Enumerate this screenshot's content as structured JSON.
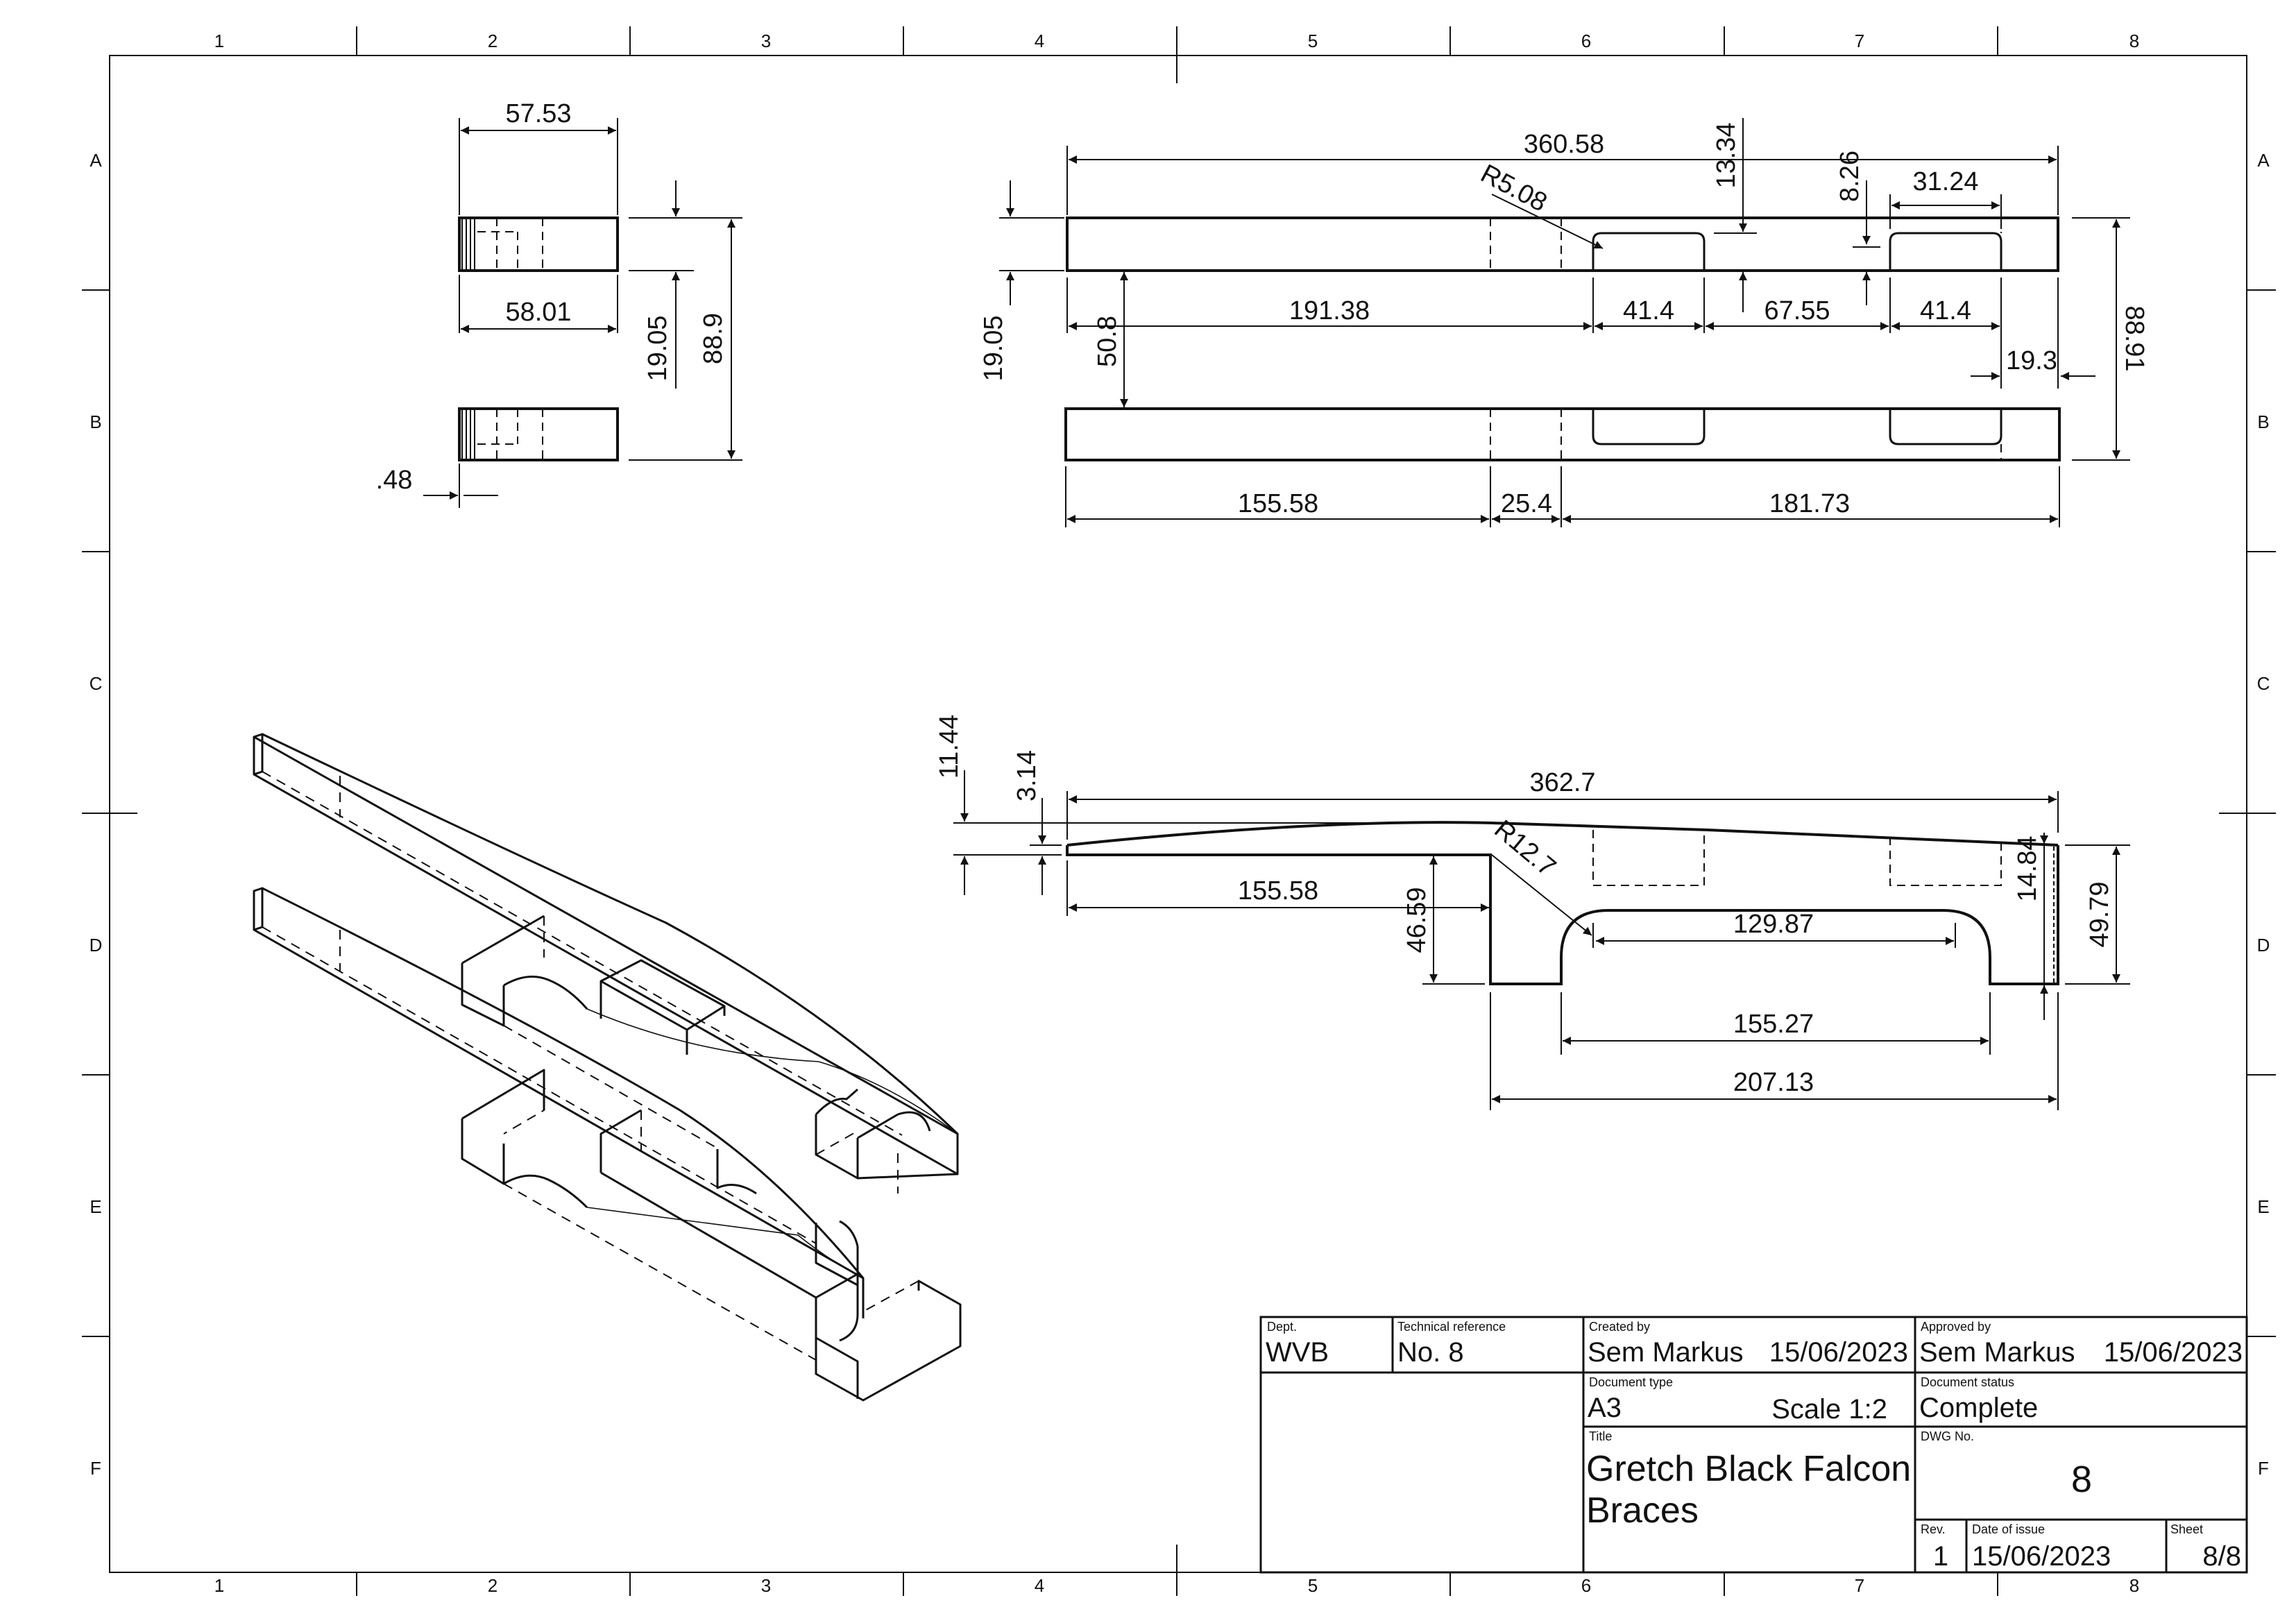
{
  "zones": {
    "columns": [
      "1",
      "2",
      "3",
      "4",
      "5",
      "6",
      "7",
      "8"
    ],
    "rows": [
      "A",
      "B",
      "C",
      "D",
      "E",
      "F"
    ]
  },
  "dims": {
    "d57_53": "57.53",
    "d58_01": "58.01",
    "d19_05a": "19.05",
    "d88_9": "88.9",
    "d0_48": ".48",
    "d360_58": "360.58",
    "dR5_08": "R5.08",
    "d13_34": "13.34",
    "d8_26": "8.26",
    "d31_24": "31.24",
    "d19_05b": "19.05",
    "d50_8": "50.8",
    "d191_38": "191.38",
    "d41_4a": "41.4",
    "d67_55": "67.55",
    "d41_4b": "41.4",
    "d19_3": "19.3",
    "d88_91": "88.91",
    "d155_58a": "155.58",
    "d25_4": "25.4",
    "d181_73": "181.73",
    "d11_44": "11.44",
    "d3_14": "3.14",
    "d362_7": "362.7",
    "dR12_7": "R12.7",
    "d155_58b": "155.58",
    "d46_59": "46.59",
    "d129_87": "129.87",
    "d14_84": "14.84",
    "d49_79": "49.79",
    "d155_27": "155.27",
    "d207_13": "207.13"
  },
  "title_block": {
    "dept_label": "Dept.",
    "dept": "WVB",
    "techref_label": "Technical reference",
    "techref": "No. 8",
    "created_label": "Created by",
    "created_by": "Sem Markus",
    "created_date": "15/06/2023",
    "approved_label": "Approved by",
    "approved_by": "Sem Markus",
    "approved_date": "15/06/2023",
    "doctype_label": "Document type",
    "doctype": "A3",
    "scale": "Scale 1:2",
    "status_label": "Document status",
    "status": "Complete",
    "title_label": "Title",
    "title_line1": "Gretch Black Falcon",
    "title_line2": "Braces",
    "dwg_label": "DWG No.",
    "dwg_no": "8",
    "rev_label": "Rev.",
    "rev": "1",
    "issue_label": "Date of issue",
    "issue_date": "15/06/2023",
    "sheet_label": "Sheet",
    "sheet": "8/8"
  }
}
